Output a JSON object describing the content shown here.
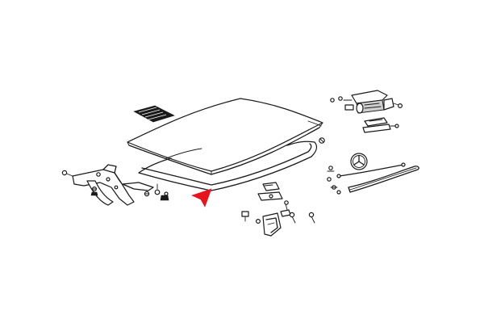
{
  "colors": {
    "line": "#1a1a1a",
    "background": "#ffffff",
    "pointer": "#e8141c"
  },
  "parts": [
    {
      "id": "trunk-lid",
      "icon": "trunk-lid-panel"
    },
    {
      "id": "lid-vent-grille",
      "icon": "vent-grille"
    },
    {
      "id": "lid-seal",
      "icon": "rubber-seal"
    },
    {
      "id": "left-hinge",
      "icon": "hinge-bracket"
    },
    {
      "id": "lock-actuator",
      "icon": "actuator-motor"
    },
    {
      "id": "star-emblem",
      "icon": "star-emblem"
    },
    {
      "id": "support-strut",
      "icon": "gas-strut"
    },
    {
      "id": "latch-assembly",
      "icon": "latch"
    },
    {
      "id": "striker-plate",
      "icon": "striker"
    },
    {
      "id": "pointer-arrow",
      "icon": "red-arrow"
    }
  ]
}
